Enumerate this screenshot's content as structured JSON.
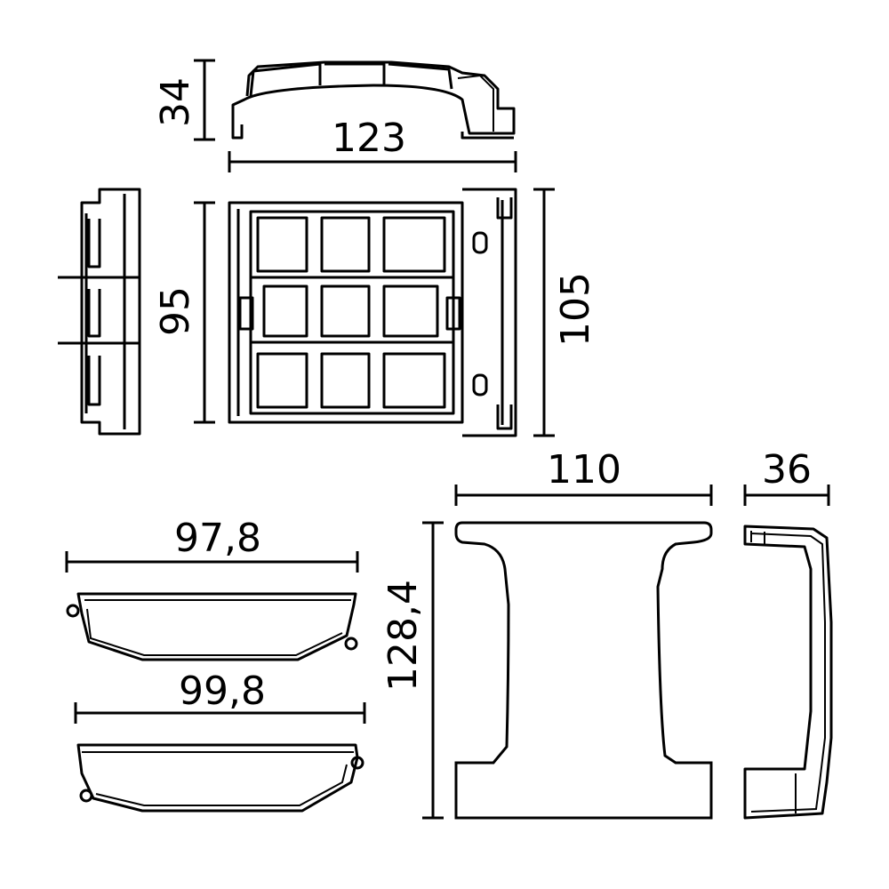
{
  "drawing": {
    "dimensions": {
      "top_height": "34",
      "top_width": "123",
      "plan_height_inner": "95",
      "plan_height_outer": "105",
      "clip_width": "110",
      "clip_height": "128,4",
      "side_width": "36",
      "cover_a_width": "97,8",
      "cover_b_width": "99,8"
    },
    "colors": {
      "line": "#000000",
      "background": "#ffffff"
    }
  }
}
